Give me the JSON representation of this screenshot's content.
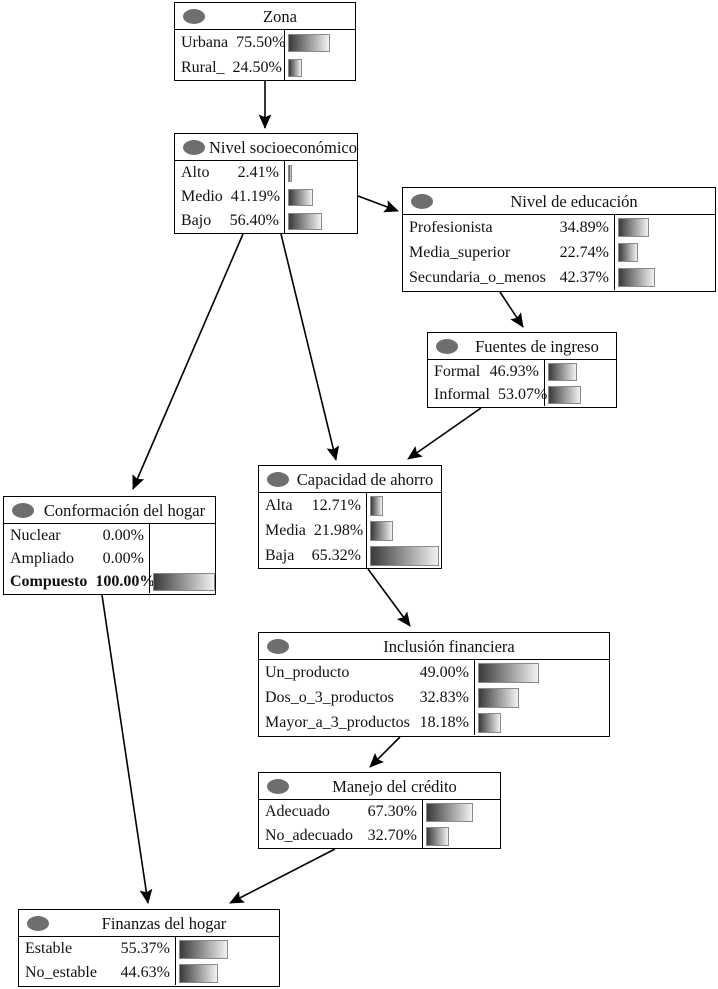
{
  "diagram": {
    "type": "bayesian-network-node-tree",
    "node_icon": "ellipse-node-icon",
    "nodes": [
      {
        "id": "zona",
        "title": "Zona",
        "rows": [
          {
            "name": "Urbana",
            "pct": "75.50%",
            "value": 75.5,
            "bold": false
          },
          {
            "name": "Rural_",
            "pct": "24.50%",
            "value": 24.5,
            "bold": false
          }
        ]
      },
      {
        "id": "nivel_socioeconomico",
        "title": "Nivel socioeconómico",
        "rows": [
          {
            "name": "Alto",
            "pct": "2.41%",
            "value": 2.41,
            "bold": false
          },
          {
            "name": "Medio",
            "pct": "41.19%",
            "value": 41.19,
            "bold": false
          },
          {
            "name": "Bajo",
            "pct": "56.40%",
            "value": 56.4,
            "bold": false
          }
        ]
      },
      {
        "id": "nivel_de_educacion",
        "title": "Nivel de educación",
        "rows": [
          {
            "name": "Profesionista",
            "pct": "34.89%",
            "value": 34.89,
            "bold": false
          },
          {
            "name": "Media_superior",
            "pct": "22.74%",
            "value": 22.74,
            "bold": false
          },
          {
            "name": "Secundaria_o_menos",
            "pct": "42.37%",
            "value": 42.37,
            "bold": false
          }
        ]
      },
      {
        "id": "fuentes_de_ingreso",
        "title": "Fuentes de ingreso",
        "rows": [
          {
            "name": "Formal",
            "pct": "46.93%",
            "value": 46.93,
            "bold": false
          },
          {
            "name": "Informal",
            "pct": "53.07%",
            "value": 53.07,
            "bold": false
          }
        ]
      },
      {
        "id": "capacidad_de_ahorro",
        "title": "Capacidad de ahorro",
        "rows": [
          {
            "name": "Alta",
            "pct": "12.71%",
            "value": 12.71,
            "bold": false
          },
          {
            "name": "Media",
            "pct": "21.98%",
            "value": 21.98,
            "bold": false
          },
          {
            "name": "Baja",
            "pct": "65.32%",
            "value": 65.32,
            "bold": false
          }
        ]
      },
      {
        "id": "conformacion_del_hogar",
        "title": "Conformación del hogar",
        "rows": [
          {
            "name": "Nuclear",
            "pct": "0.00%",
            "value": 0.0,
            "bold": false
          },
          {
            "name": "Ampliado",
            "pct": "0.00%",
            "value": 0.0,
            "bold": false
          },
          {
            "name": "Compuesto",
            "pct": "100.00%",
            "value": 100.0,
            "bold": true
          }
        ]
      },
      {
        "id": "inclusion_financiera",
        "title": "Inclusión financiera",
        "rows": [
          {
            "name": "Un_producto",
            "pct": "49.00%",
            "value": 49.0,
            "bold": false
          },
          {
            "name": "Dos_o_3_productos",
            "pct": "32.83%",
            "value": 32.83,
            "bold": false
          },
          {
            "name": "Mayor_a_3_productos",
            "pct": "18.18%",
            "value": 18.18,
            "bold": false
          }
        ]
      },
      {
        "id": "manejo_del_credito",
        "title": "Manejo del crédito",
        "rows": [
          {
            "name": "Adecuado",
            "pct": "67.30%",
            "value": 67.3,
            "bold": false
          },
          {
            "name": "No_adecuado",
            "pct": "32.70%",
            "value": 32.7,
            "bold": false
          }
        ]
      },
      {
        "id": "finanzas_del_hogar",
        "title": "Finanzas del hogar",
        "rows": [
          {
            "name": "Estable",
            "pct": "55.37%",
            "value": 55.37,
            "bold": false
          },
          {
            "name": "No_estable",
            "pct": "44.63%",
            "value": 44.63,
            "bold": false
          }
        ]
      }
    ],
    "edges": [
      {
        "from": "zona",
        "to": "nivel_socioeconomico"
      },
      {
        "from": "nivel_socioeconomico",
        "to": "nivel_de_educacion"
      },
      {
        "from": "nivel_socioeconomico",
        "to": "conformacion_del_hogar"
      },
      {
        "from": "nivel_socioeconomico",
        "to": "capacidad_de_ahorro"
      },
      {
        "from": "nivel_de_educacion",
        "to": "fuentes_de_ingreso"
      },
      {
        "from": "fuentes_de_ingreso",
        "to": "capacidad_de_ahorro"
      },
      {
        "from": "capacidad_de_ahorro",
        "to": "inclusion_financiera"
      },
      {
        "from": "inclusion_financiera",
        "to": "manejo_del_credito"
      },
      {
        "from": "manejo_del_credito",
        "to": "finanzas_del_hogar"
      },
      {
        "from": "conformacion_del_hogar",
        "to": "finanzas_del_hogar"
      }
    ],
    "colors": {
      "node_border": "#000000",
      "node_background": "#ffffff",
      "dot_fill": "#6e6e6e",
      "bar_gradient_start": "#3a3a3a",
      "bar_gradient_end": "#f2f2f2",
      "bar_border": "#8a8a8a",
      "edge": "#000000"
    }
  }
}
